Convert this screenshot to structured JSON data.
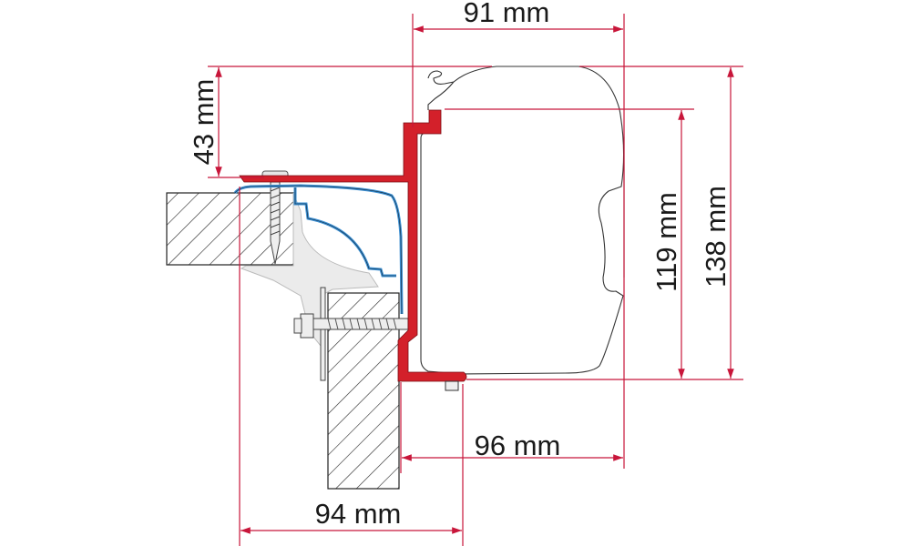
{
  "diagram": {
    "dimensions": {
      "width_top": "91 mm",
      "height_left": "43 mm",
      "height_inner": "119 mm",
      "height_total": "138 mm",
      "width_bottom_right": "96 mm",
      "width_bottom_left": "94 mm"
    },
    "colors": {
      "dimension_line": "#c8163a",
      "bracket": "#d3202a",
      "profile": "#3b8fd2",
      "fitting": "#e4e4e4"
    }
  }
}
